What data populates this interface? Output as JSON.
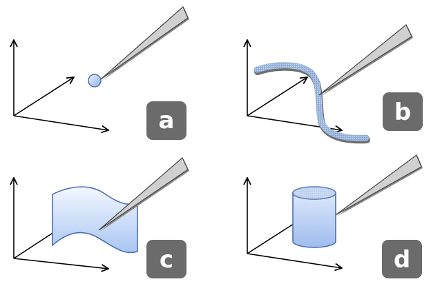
{
  "panels": [
    {
      "label": "a",
      "feature": "point"
    },
    {
      "label": "b",
      "feature": "curve"
    },
    {
      "label": "c",
      "feature": "surface"
    },
    {
      "label": "d",
      "feature": "volume"
    }
  ],
  "colors": {
    "axis": "#000000",
    "tip_fill": "#cfcfcf",
    "tip_shadow": "#888888",
    "badge": "#6b6b6b",
    "badge_text": "#ffffff",
    "feature_fill_light": "#eef4ff",
    "feature_fill_dark": "#a9c6f2",
    "feature_stroke": "#4a6fb0",
    "curve_fill": "#9db8df"
  }
}
